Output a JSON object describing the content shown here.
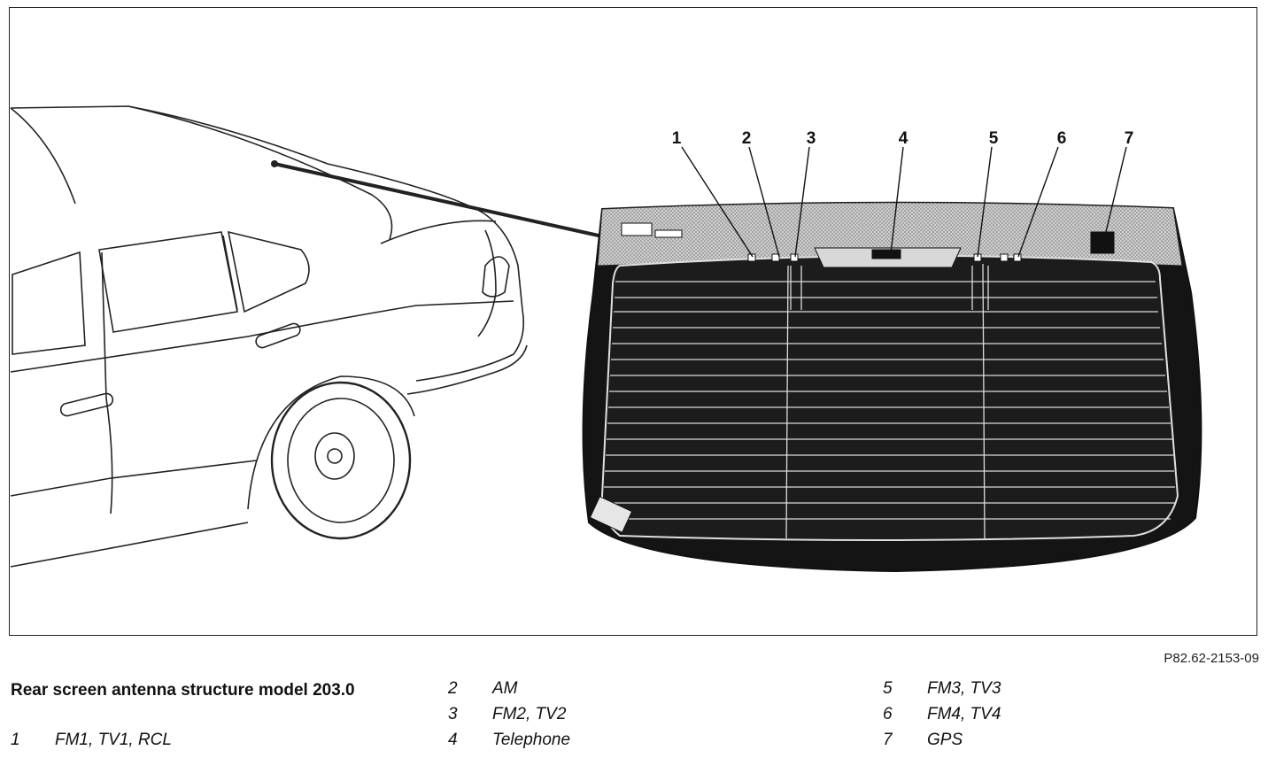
{
  "figure_ref": "P82.62-2153-09",
  "caption": {
    "title": "Rear screen antenna structure model 203.0"
  },
  "callouts": [
    "1",
    "2",
    "3",
    "4",
    "5",
    "6",
    "7"
  ],
  "legend": [
    {
      "num": "1",
      "label": "FM1, TV1, RCL"
    },
    {
      "num": "2",
      "label": "AM"
    },
    {
      "num": "3",
      "label": "FM2, TV2"
    },
    {
      "num": "4",
      "label": "Telephone"
    },
    {
      "num": "5",
      "label": "FM3, TV3"
    },
    {
      "num": "6",
      "label": "FM4, TV4"
    },
    {
      "num": "7",
      "label": "GPS"
    }
  ],
  "colors": {
    "line": "#222222",
    "glass_border": "#1a1a1a",
    "mesh": "#b5b5b5"
  }
}
